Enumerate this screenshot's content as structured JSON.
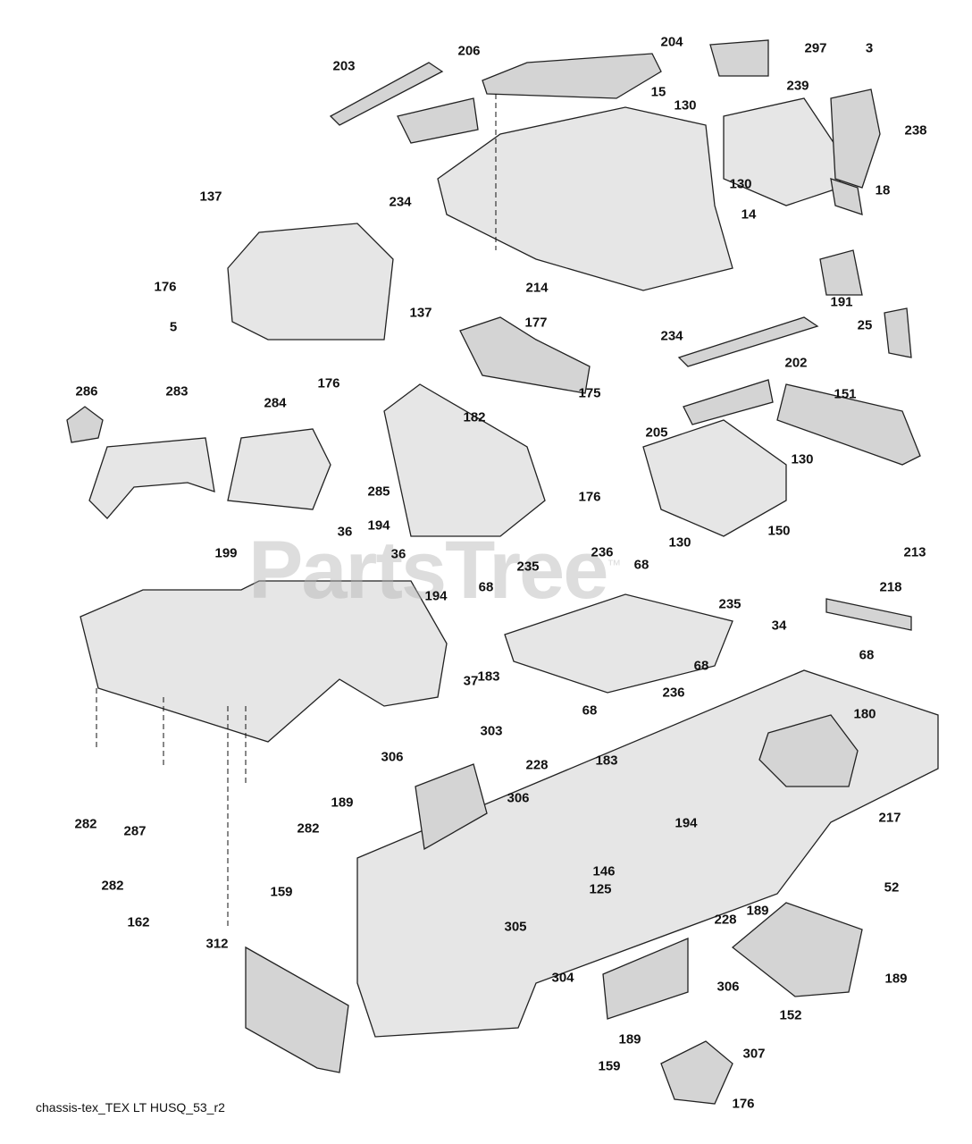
{
  "caption": "chassis-tex_TEX LT HUSQ_53_r2",
  "watermark": {
    "text": "PartsTree",
    "mark": "™"
  },
  "callouts": [
    "203",
    "206",
    "204",
    "297",
    "3",
    "15",
    "130",
    "239",
    "238",
    "130",
    "18",
    "137",
    "234",
    "14",
    "176",
    "137",
    "214",
    "5",
    "177",
    "191",
    "25",
    "234",
    "202",
    "175",
    "176",
    "286",
    "283",
    "284",
    "151",
    "182",
    "205",
    "130",
    "176",
    "285",
    "194",
    "36",
    "36",
    "199",
    "150",
    "130",
    "213",
    "235",
    "236",
    "68",
    "218",
    "68",
    "194",
    "235",
    "34",
    "68",
    "37",
    "68",
    "183",
    "236",
    "68",
    "180",
    "306",
    "303",
    "183",
    "228",
    "306",
    "189",
    "282",
    "287",
    "282",
    "194",
    "217",
    "146",
    "125",
    "282",
    "159",
    "162",
    "305",
    "228",
    "189",
    "52",
    "189",
    "312",
    "304",
    "306",
    "152",
    "189",
    "307",
    "159",
    "176"
  ]
}
